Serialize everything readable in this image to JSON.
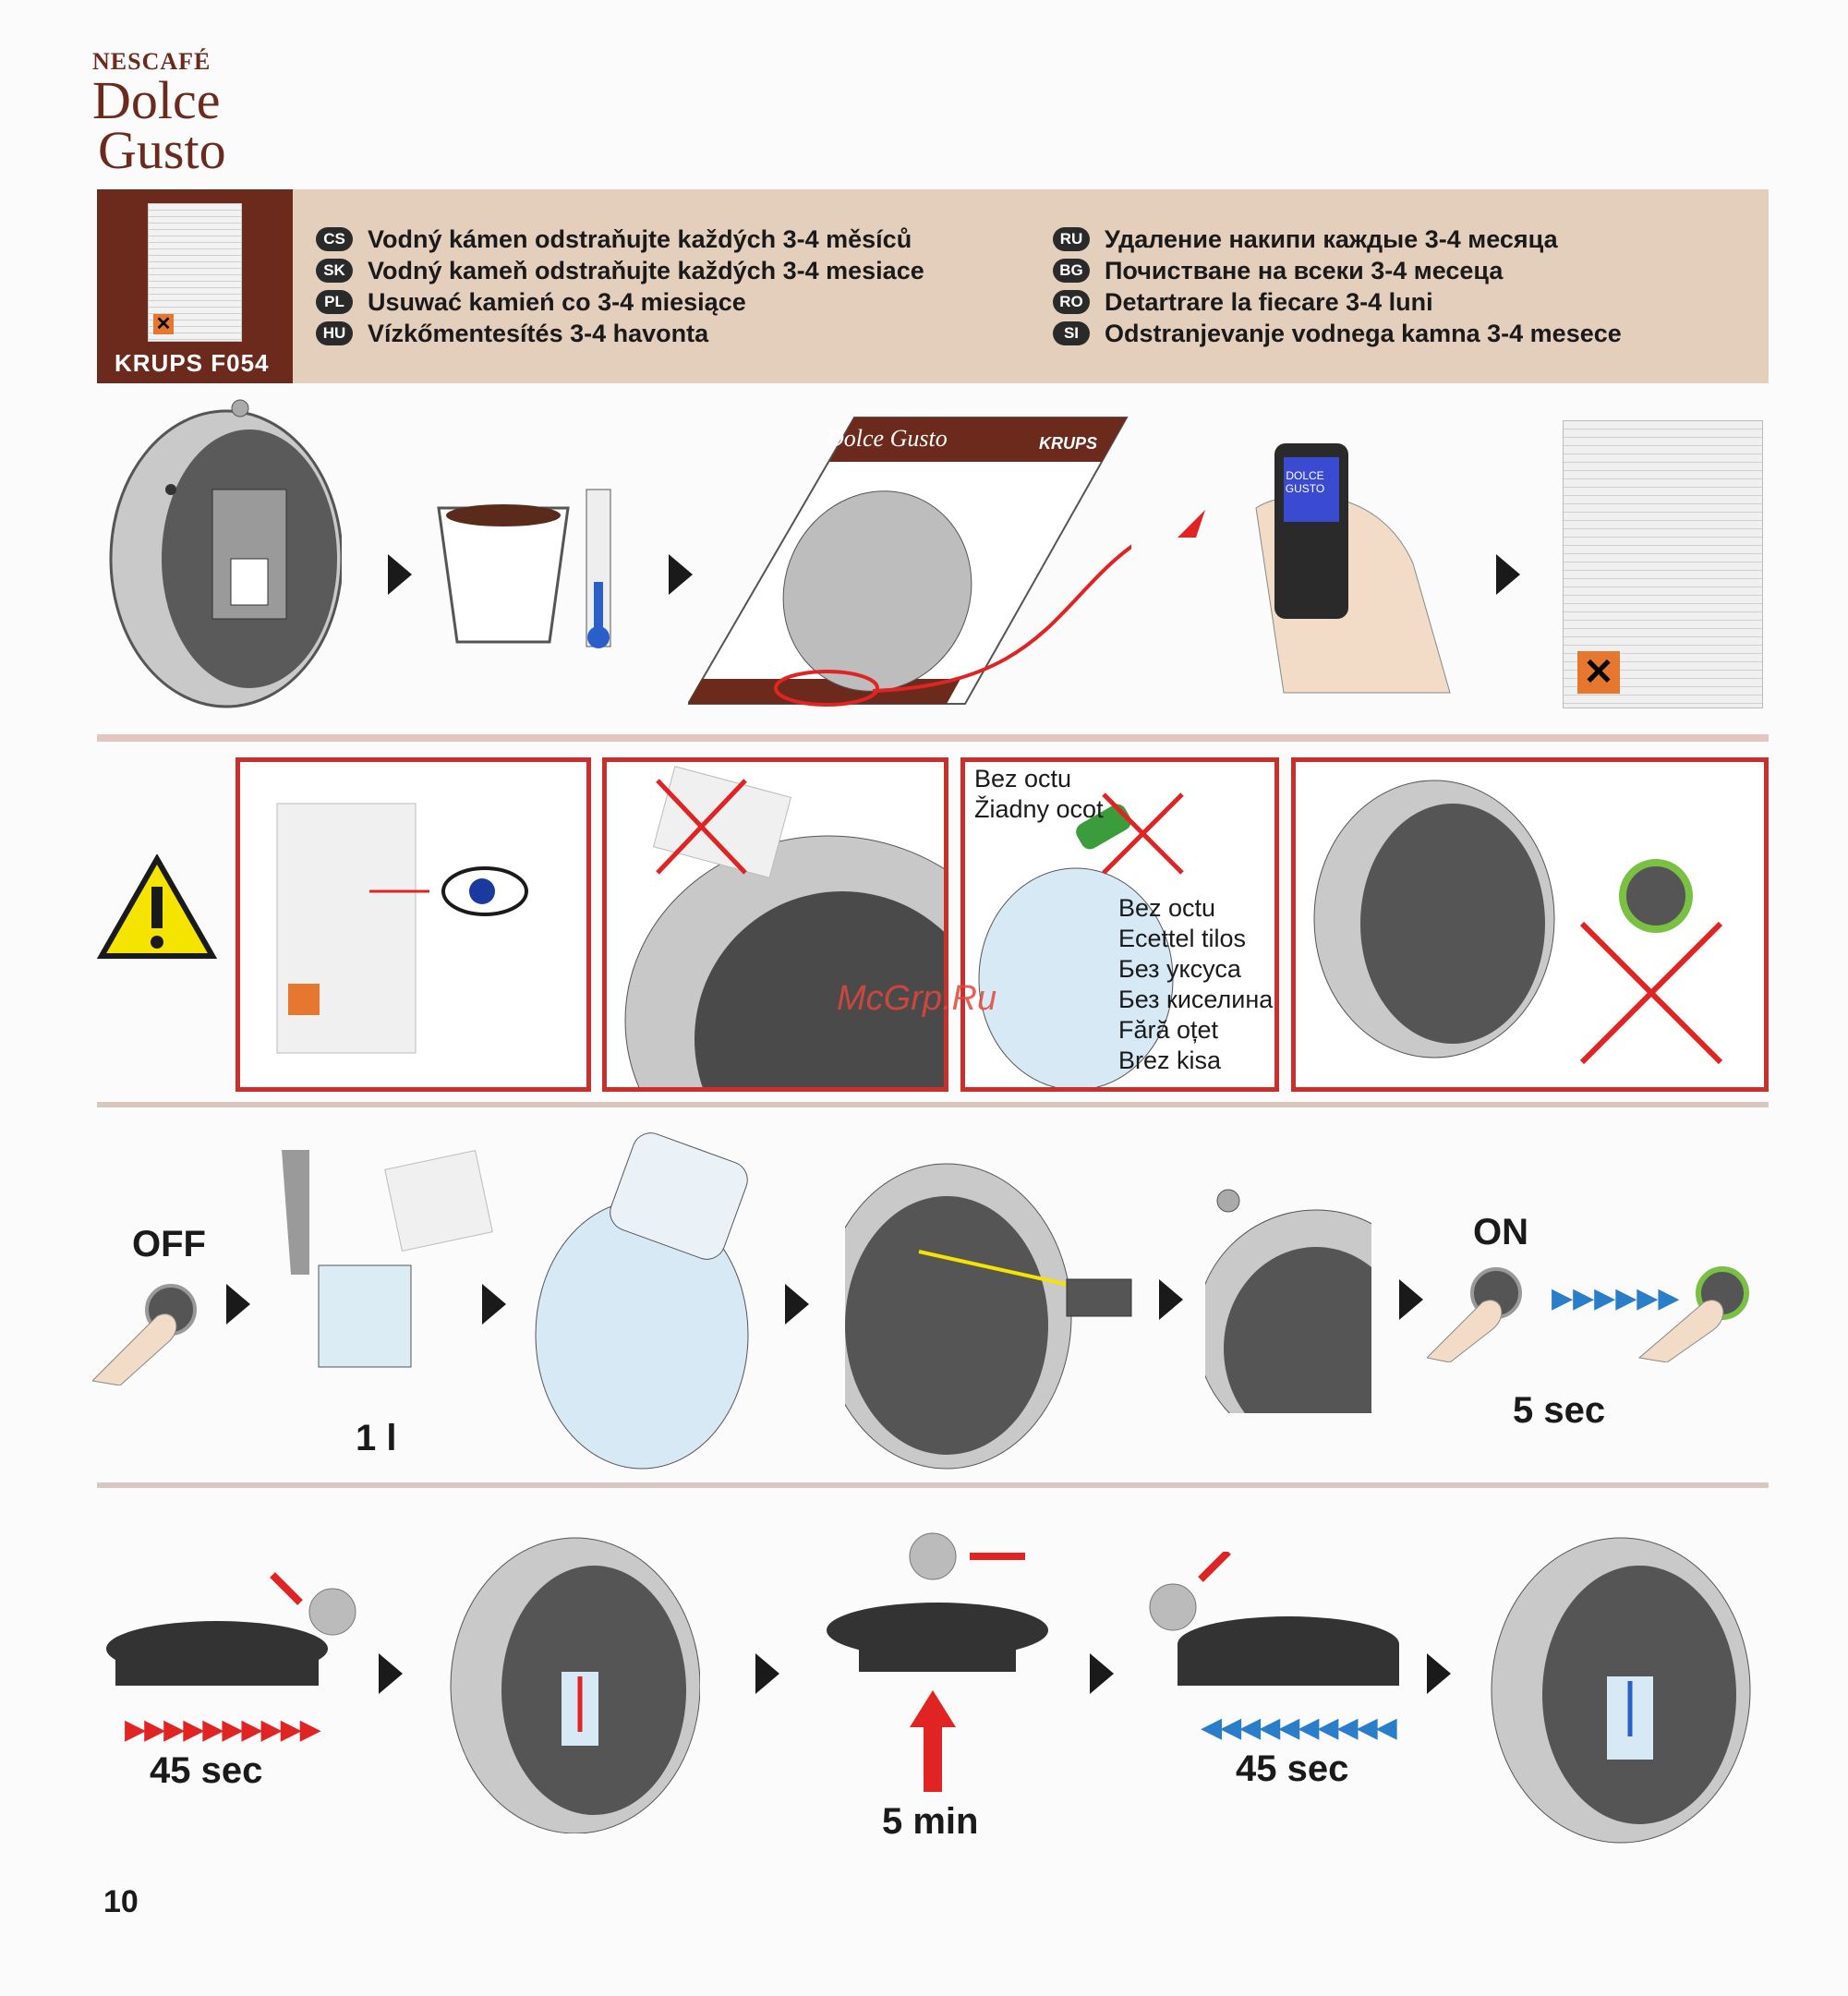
{
  "logo": {
    "brand": "NESCAFÉ",
    "line1": "Dolce",
    "line2": "Gusto"
  },
  "header": {
    "model": "KRUPS F054",
    "left_items": [
      {
        "code": "CS",
        "text": "Vodný kámen odstraňujte každých 3-4 měsíců"
      },
      {
        "code": "SK",
        "text": "Vodný kameň odstraňujte každých 3-4 mesiace"
      },
      {
        "code": "PL",
        "text": "Usuwać kamień co 3-4 miesiące"
      },
      {
        "code": "HU",
        "text": "Vízkőmentesítés 3-4 havonta"
      }
    ],
    "right_items": [
      {
        "code": "RU",
        "text": "Удаление накипи каждые 3-4 месяца"
      },
      {
        "code": "BG",
        "text": "Почистване на всеки 3-4 месеца"
      },
      {
        "code": "RO",
        "text": "Detartrare la fiecare 3-4 luni"
      },
      {
        "code": "SI",
        "text": "Odstranjevanje vodnega kamna 3-4 mesece"
      }
    ]
  },
  "row1": {
    "manual_brand": "Dolce Gusto",
    "manual_maker": "KRUPS",
    "phone_screen": "DOLCE GUSTO"
  },
  "warnings": {
    "no_vinegar_top": [
      "Bez octu",
      "Žiadny ocot"
    ],
    "no_vinegar_list": [
      "Bez octu",
      "Ecettel tilos",
      "Без уксуса",
      "Без киселина",
      "Fără oțet",
      "Brez kisa"
    ],
    "watermark": "McGrp.Ru"
  },
  "row3": {
    "off_label": "OFF",
    "volume_label": "1 l",
    "on_label": "ON",
    "on_time": "5 sec"
  },
  "row4": {
    "time_1": "45 sec",
    "time_2": "5 min",
    "time_3": "45 sec"
  },
  "page_number": "10",
  "colors": {
    "brand_brown": "#6b2a1c",
    "band": "#e4cfbd",
    "warning_red": "#c9302c",
    "hot_red": "#e02424",
    "cold_blue": "#2a7ec9"
  }
}
